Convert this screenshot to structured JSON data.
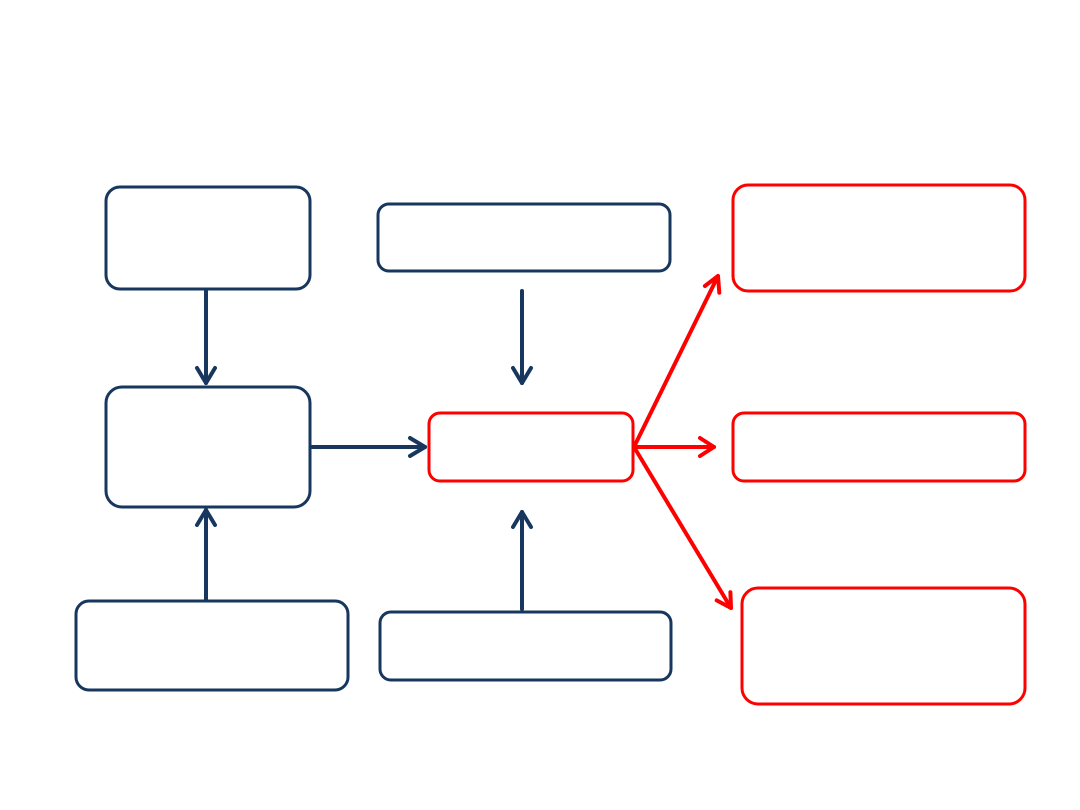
{
  "diagram": {
    "title": "",
    "colors": {
      "navy": "#17375e",
      "red": "#ff0000",
      "background": "#ffffff"
    },
    "nodes": [
      {
        "id": "top-left",
        "color": "navy",
        "text": ""
      },
      {
        "id": "top-middle",
        "color": "navy",
        "text": ""
      },
      {
        "id": "top-right",
        "color": "red",
        "text": ""
      },
      {
        "id": "middle-left",
        "color": "navy",
        "text": ""
      },
      {
        "id": "center",
        "color": "red",
        "text": ""
      },
      {
        "id": "middle-right",
        "color": "red",
        "text": ""
      },
      {
        "id": "bottom-left",
        "color": "navy",
        "text": ""
      },
      {
        "id": "bottom-middle",
        "color": "navy",
        "text": ""
      },
      {
        "id": "bottom-right",
        "color": "red",
        "text": ""
      }
    ],
    "edges": [
      {
        "from": "top-left",
        "to": "middle-left",
        "color": "navy"
      },
      {
        "from": "bottom-left",
        "to": "middle-left",
        "color": "navy"
      },
      {
        "from": "middle-left",
        "to": "center",
        "color": "navy"
      },
      {
        "from": "top-middle",
        "to": "center",
        "color": "navy"
      },
      {
        "from": "bottom-middle",
        "to": "center",
        "color": "navy"
      },
      {
        "from": "center",
        "to": "top-right",
        "color": "red"
      },
      {
        "from": "center",
        "to": "middle-right",
        "color": "red"
      },
      {
        "from": "center",
        "to": "bottom-right",
        "color": "red"
      }
    ]
  }
}
